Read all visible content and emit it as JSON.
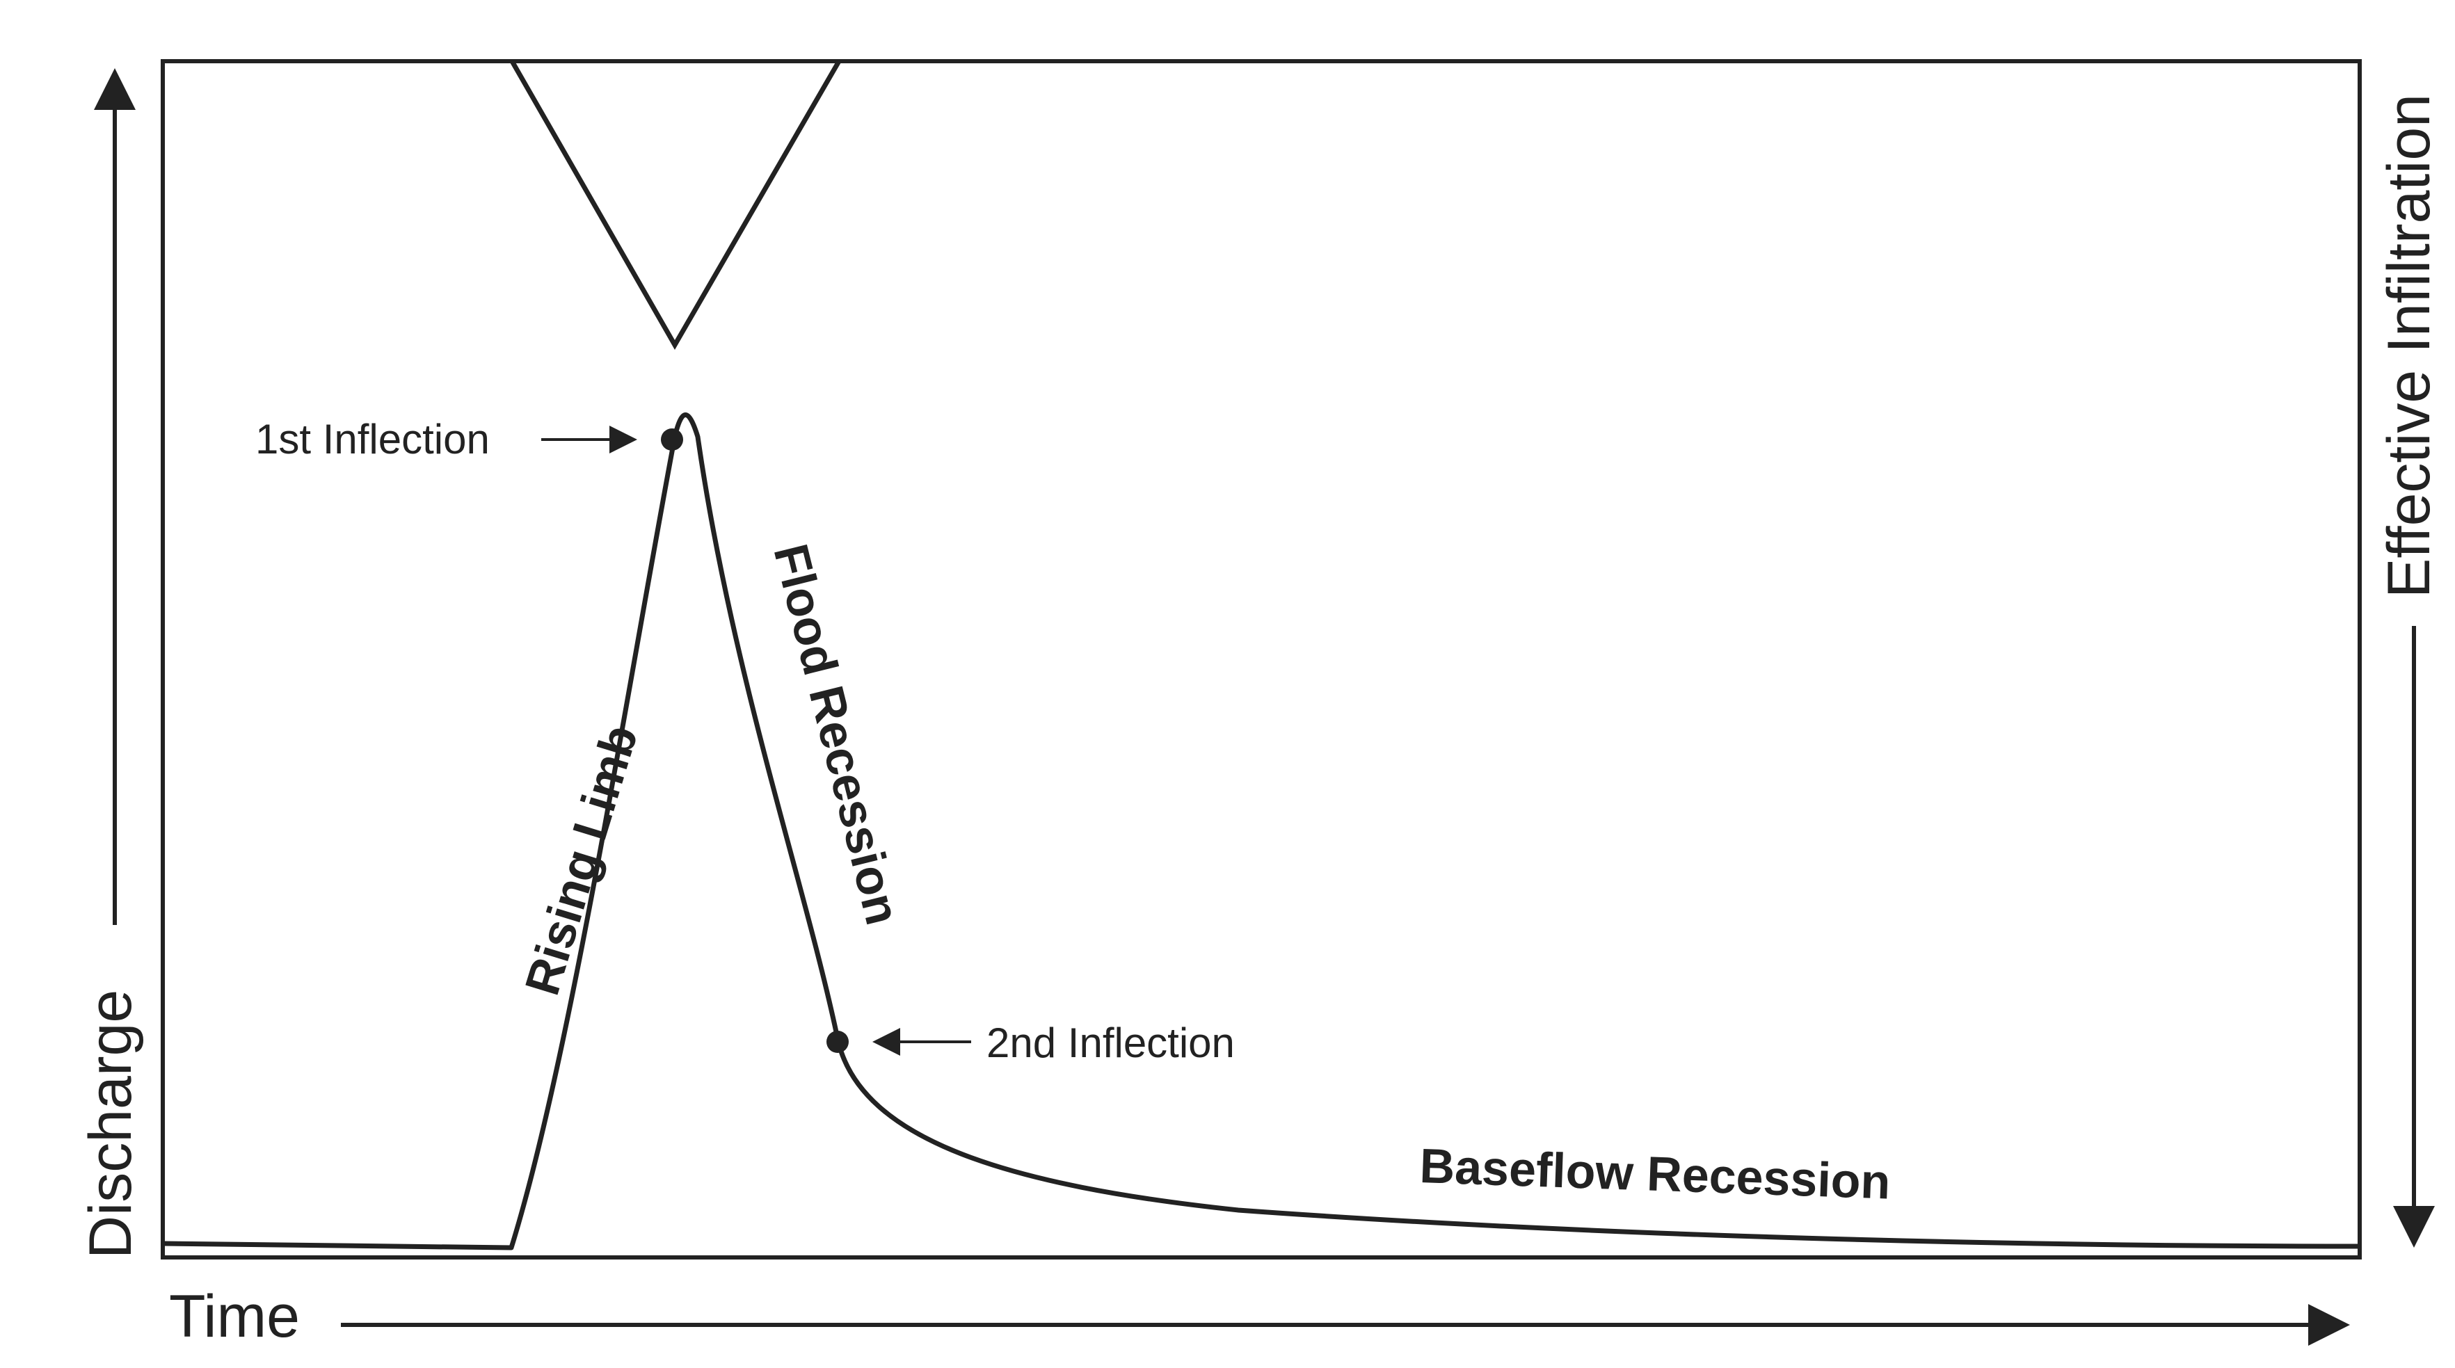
{
  "diagram": {
    "axes": {
      "y_left_label": "Discharge",
      "y_right_label": "Effective Infiltration",
      "x_label": "Time"
    },
    "annotations": {
      "first_inflection": "1st Inflection",
      "second_inflection": "2nd Inflection",
      "rising_limb": "Rising Limb",
      "flood_recession": "Flood Recession",
      "baseflow_recession": "Baseflow Recession"
    },
    "colors": {
      "line": "#222222",
      "background": "#ffffff"
    }
  }
}
